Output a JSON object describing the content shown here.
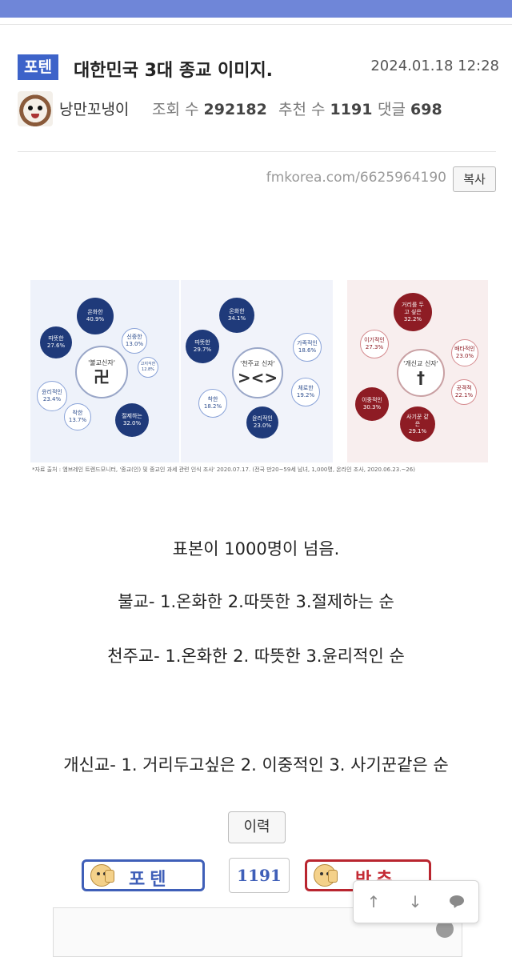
{
  "post": {
    "badge": "포텐",
    "title": "대한민국 3대 종교 이미지.",
    "date": "2024.01.18 12:28",
    "author": "낭만꼬냉이",
    "views_label": "조회 수",
    "views": "292182",
    "recommend_label": "추천 수",
    "recommend": "1191",
    "comments_label": "댓글",
    "comments": "698",
    "url": "fmkorea.com/6625964190",
    "copy_label": "복사"
  },
  "infographic": {
    "buddhism": {
      "center": "'불교신자'",
      "symbol": "卍",
      "items": [
        {
          "label": "온화한",
          "value": "40.9%"
        },
        {
          "label": "따뜻한",
          "value": "27.6%"
        },
        {
          "label": "신중한",
          "value": "13.0%"
        },
        {
          "label": "고지식한",
          "value": "12.8%"
        },
        {
          "label": "윤리적인",
          "value": "23.4%"
        },
        {
          "label": "착한",
          "value": "13.7%"
        },
        {
          "label": "절제하는",
          "value": "32.0%"
        }
      ]
    },
    "catholic": {
      "center": "'천주교 신자'",
      "symbol": "><>",
      "items": [
        {
          "label": "온화한",
          "value": "34.1%"
        },
        {
          "label": "따뜻한",
          "value": "29.7%"
        },
        {
          "label": "가족적인",
          "value": "18.6%"
        },
        {
          "label": "착한",
          "value": "18.2%"
        },
        {
          "label": "체로한",
          "value": "19.2%"
        },
        {
          "label": "윤리적인",
          "value": "23.0%"
        }
      ]
    },
    "protestant": {
      "center": "'개신교 신자'",
      "symbol": "†",
      "items": [
        {
          "label": "거리를 두고 싶은",
          "value": "32.2%"
        },
        {
          "label": "이기적인",
          "value": "27.3%"
        },
        {
          "label": "배타적인",
          "value": "23.0%"
        },
        {
          "label": "이중적인",
          "value": "30.3%"
        },
        {
          "label": "공격적",
          "value": "22.1%"
        },
        {
          "label": "사기꾼 같은",
          "value": "29.1%"
        }
      ]
    },
    "source": "*자료 출처 : 엠브레인 트렌드모니터, '종교(인) 및 종교인 과세 관련 인식 조사' 2020.07.17. (전국 만20~59세 남녀, 1,000명, 온라인 조사, 2020.06.23.~26)"
  },
  "body": {
    "line1": "표본이 1000명이 넘음.",
    "line2": "불교- 1.온화한 2.따뜻한 3.절제하는 순",
    "line3": "천주교- 1.온화한 2. 따뜻한 3.윤리적인 순",
    "line4": "개신교- 1. 거리두고싶은 2. 이중적인 3. 사기꾼같은 순"
  },
  "actions": {
    "history_label": "이력",
    "up_label": "포텐",
    "vote_count": "1191",
    "down_label": "반추"
  },
  "nav": {
    "up_glyph": "↑",
    "down_glyph": "↓"
  }
}
